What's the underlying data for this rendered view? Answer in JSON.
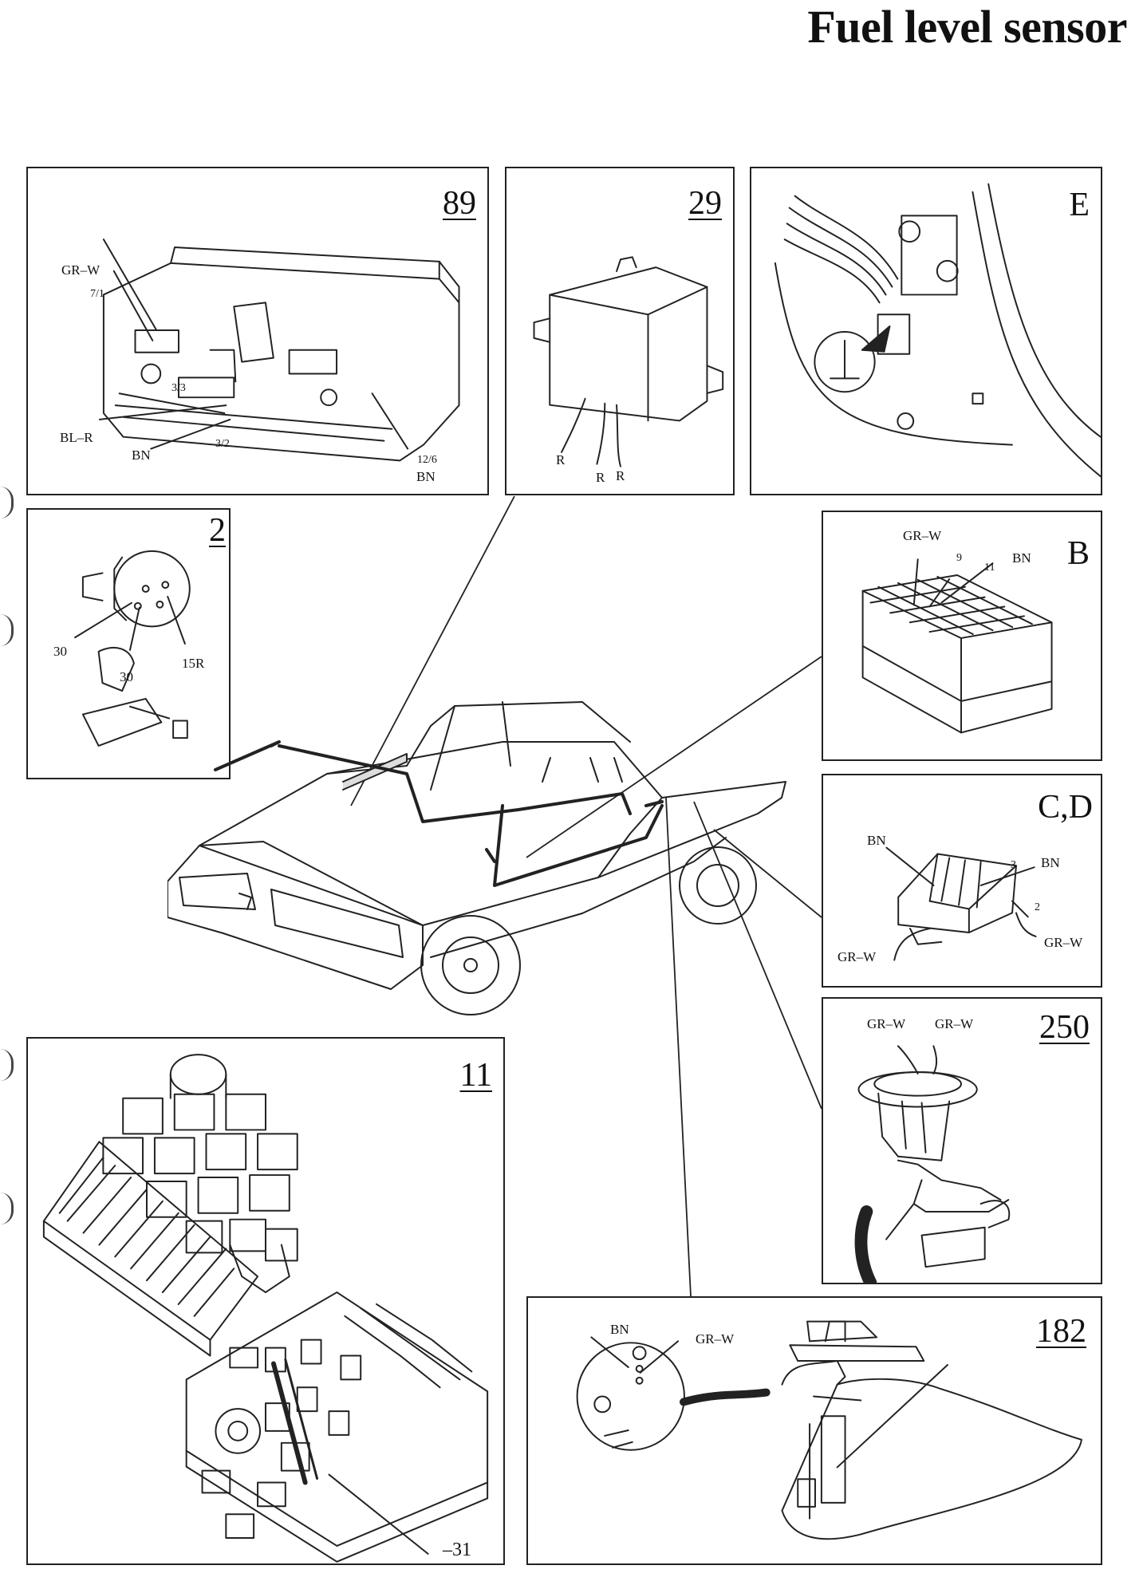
{
  "title": "Fuel level sensor",
  "panels": {
    "p89": {
      "number": "89",
      "labels": {
        "grw": "GR–W",
        "c71": "7/1",
        "c33": "3/3",
        "blr": "BL–R",
        "bn1": "BN",
        "c32": "3/2",
        "c126": "12/6",
        "bn2": "BN"
      }
    },
    "p29": {
      "number": "29",
      "labels": {
        "r1": "R",
        "r2": "R",
        "r3": "R"
      }
    },
    "pE": {
      "number": "E"
    },
    "p2": {
      "number": "2",
      "labels": {
        "t30a": "30",
        "t30b": "30",
        "t15r": "15R"
      }
    },
    "pB": {
      "number": "B",
      "labels": {
        "grw": "GR–W",
        "n9": "9",
        "n11": "11",
        "bn": "BN"
      }
    },
    "pCD": {
      "number": "C,D",
      "labels": {
        "bn1": "BN",
        "n3": "3",
        "bn2": "BN",
        "n2": "2",
        "grw1": "GR–W",
        "grw2": "GR–W"
      }
    },
    "p250": {
      "number": "250",
      "labels": {
        "grw1": "GR–W",
        "grw2": "GR–W"
      }
    },
    "p11": {
      "number": "11",
      "labels": {
        "m31": "–31"
      }
    },
    "p182": {
      "number": "182",
      "labels": {
        "bn": "BN",
        "grw": "GR–W"
      }
    }
  }
}
